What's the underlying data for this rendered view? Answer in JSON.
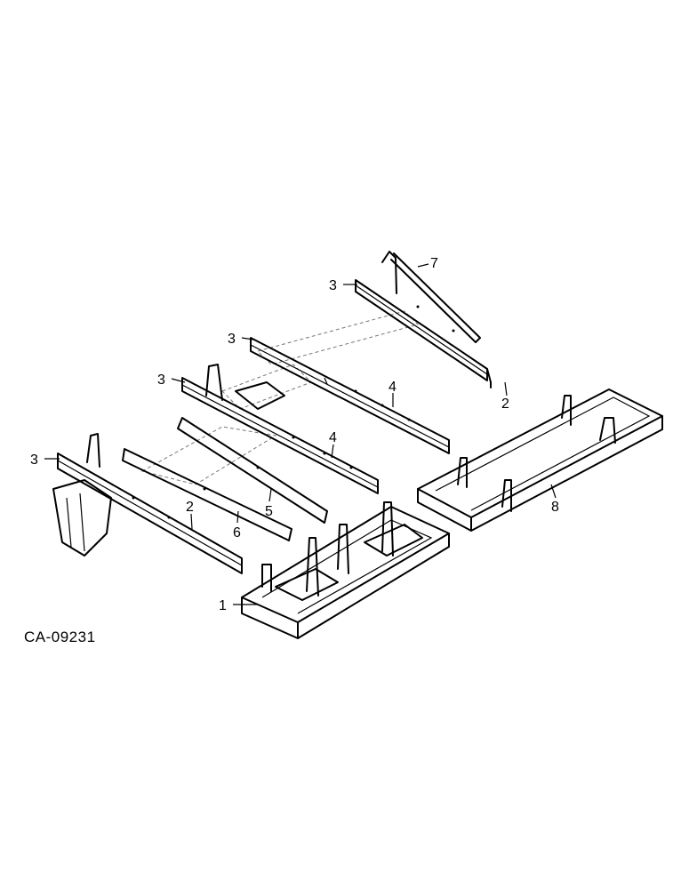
{
  "drawing_code": "CA-09231",
  "callouts": [
    "1",
    "2",
    "2",
    "3",
    "3",
    "3",
    "3",
    "4",
    "4",
    "5",
    "6",
    "7",
    "8"
  ]
}
